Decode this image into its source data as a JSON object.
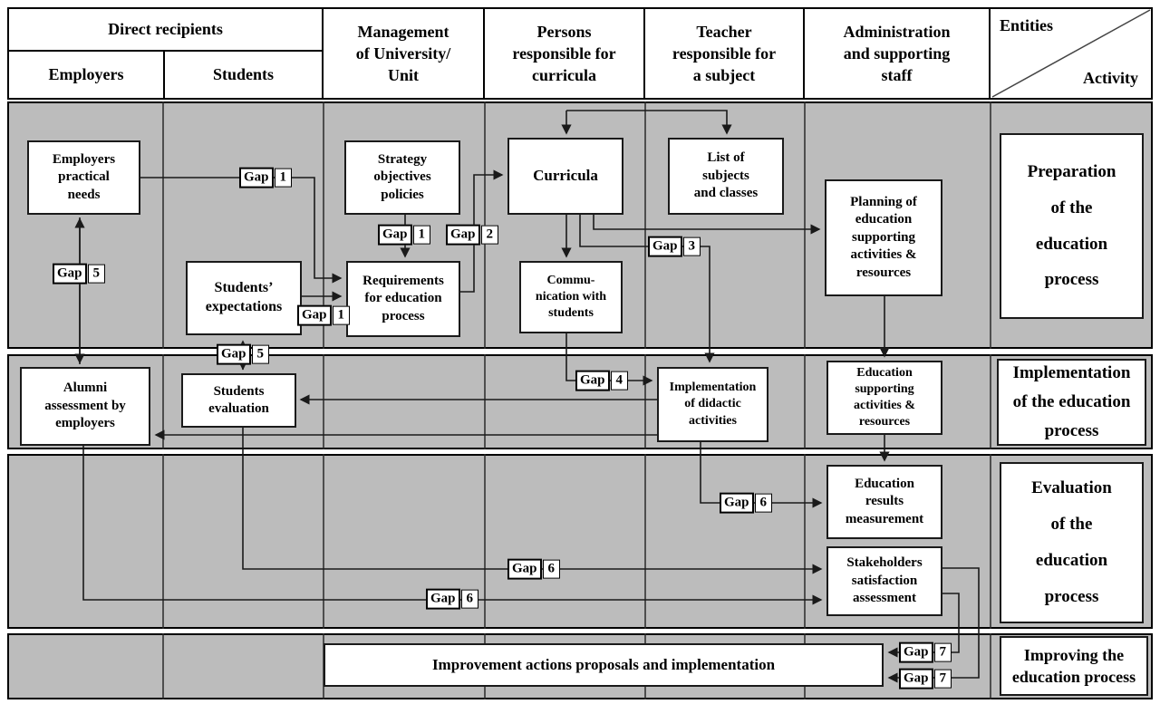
{
  "header": {
    "direct_recipients": "Direct recipients",
    "employers": "Employers",
    "students": "Students",
    "management": "Management\nof University/\nUnit",
    "persons": "Persons\nresponsible for\ncurricula",
    "teacher": "Teacher\nresponsible for\na subject",
    "admin": "Administration\nand supporting\nstaff",
    "entities": "Entities",
    "activity": "Activity"
  },
  "bands": {
    "preparation": "Preparation\nof the\neducation\nprocess",
    "implementation": "Implementation\nof the education\nprocess",
    "evaluation": "Evaluation\nof the\neducation\nprocess",
    "improving": "Improving the\neducation process"
  },
  "nodes": {
    "employers_needs": "Employers\npractical\nneeds",
    "strategy": "Strategy\nobjectives\npolicies",
    "curricula": "Curricula",
    "list_subjects": "List of\nsubjects\nand classes",
    "planning": "Planning of\neducation\nsupporting\nactivities &\nresources",
    "students_expectations": "Students’\nexpectations",
    "requirements": "Requirements\nfor education\nprocess",
    "communication": "Commu-\nnication with\nstudents",
    "alumni": "Alumni\nassessment by\nemployers",
    "students_evaluation": "Students\nevaluation",
    "implementation_didactic": "Implementation\nof didactic\nactivities",
    "education_supporting": "Education\nsupporting\nactivities &\nresources",
    "education_results": "Education\nresults\nmeasurement",
    "stakeholders": "Stakeholders\nsatisfaction\nassessment",
    "improvement": "Improvement actions proposals and implementation"
  },
  "gaps": {
    "word": "Gap",
    "numbers": {
      "g1a": "1",
      "g1b": "1",
      "g1c": "1",
      "g2": "2",
      "g3": "3",
      "g4": "4",
      "g5a": "5",
      "g5b": "5",
      "g6a": "6",
      "g6b": "6",
      "g6c": "6",
      "g7a": "7",
      "g7b": "7"
    }
  },
  "colors": {
    "band_background": "#bcbcbc",
    "box_background": "#ffffff",
    "line": "#1a1a1a"
  }
}
